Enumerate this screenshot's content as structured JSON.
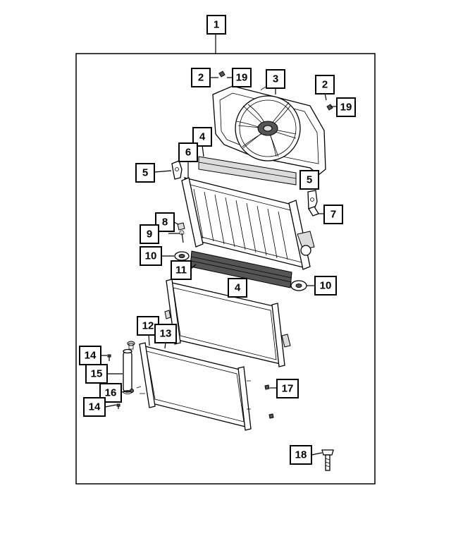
{
  "callouts": {
    "c1": "1",
    "c2a": "2",
    "c19a": "19",
    "c3": "3",
    "c2b": "2",
    "c19b": "19",
    "c4a": "4",
    "c6": "6",
    "c5a": "5",
    "c5b": "5",
    "c7": "7",
    "c8": "8",
    "c9": "9",
    "c10a": "10",
    "c11": "11",
    "c4b": "4",
    "c10b": "10",
    "c12": "12",
    "c13": "13",
    "c14a": "14",
    "c15": "15",
    "c16": "16",
    "c14b": "14",
    "c17": "17",
    "c18": "18"
  }
}
